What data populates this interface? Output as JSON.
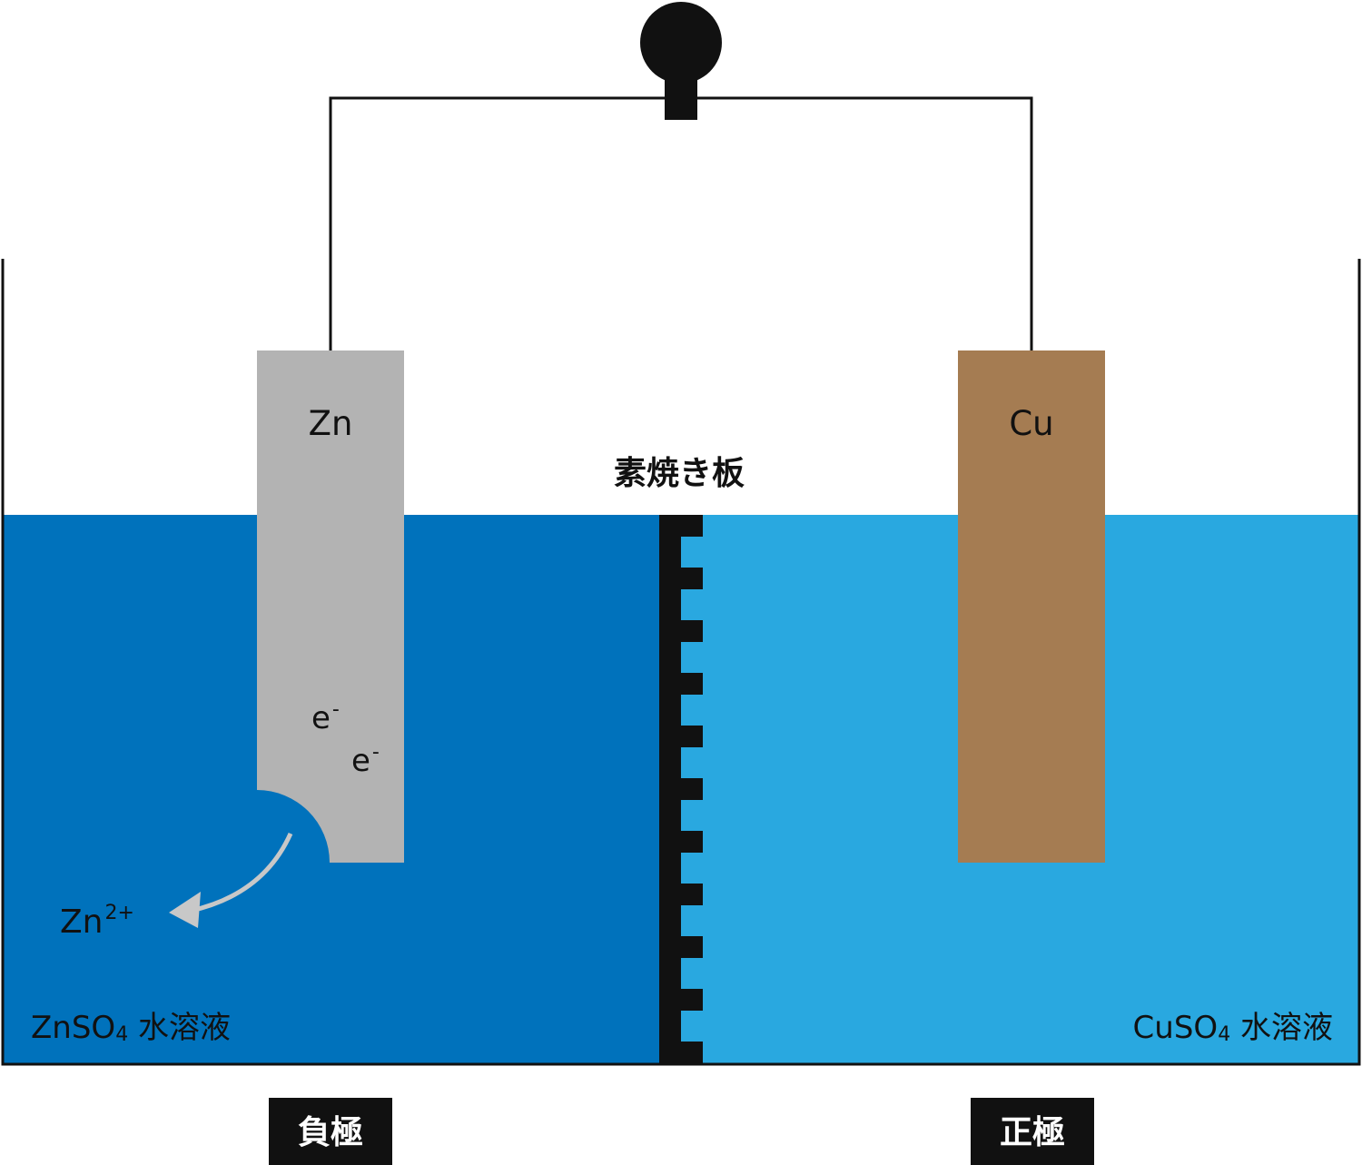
{
  "colors": {
    "left_solution": "#0072BC",
    "right_solution": "#29A8E0",
    "zinc": "#B3B3B3",
    "copper": "#A57C52",
    "black": "#111111",
    "arrow": "#C8C8C8"
  },
  "icons": {
    "bulb": "light-bulb-icon",
    "arrow": "curved-arrow-icon"
  },
  "labels": {
    "zn_electrode": "Zn",
    "cu_electrode": "Cu",
    "separator": "素焼き板",
    "electron_1": "e",
    "electron_2": "e",
    "electron_charge": "-",
    "zn_ion": "Zn",
    "zn_ion_charge": "2+",
    "left_solution_formula": "ZnSO",
    "left_solution_sub": "4",
    "left_solution_name": " 水溶液",
    "right_solution_formula": "CuSO",
    "right_solution_sub": "4",
    "right_solution_name": " 水溶液",
    "negative_electrode": "負極",
    "positive_electrode": "正極"
  }
}
